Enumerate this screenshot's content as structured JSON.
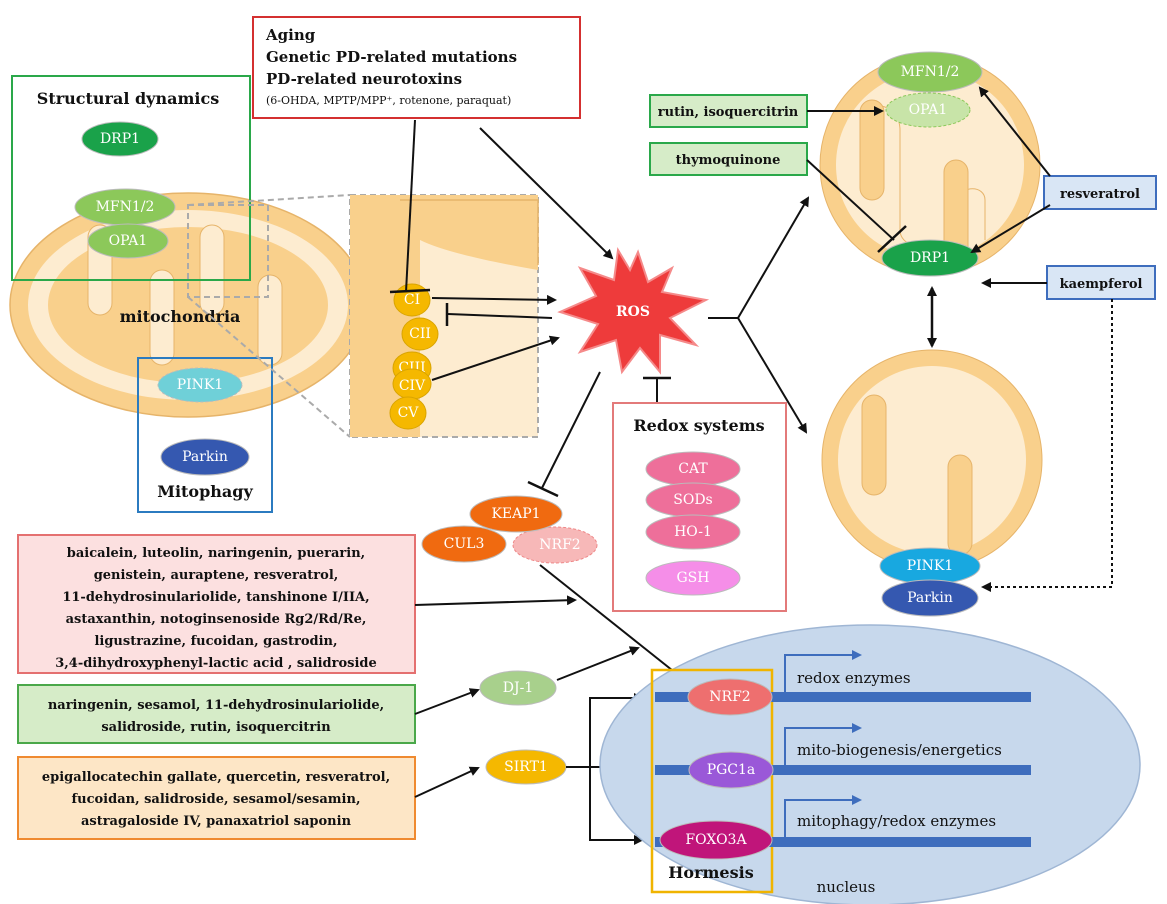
{
  "stressors": {
    "line1": "Aging",
    "line2": "Genetic PD-related mutations",
    "line3": "PD-related neurotoxins",
    "line4": "(6-OHDA, MPTP/MPP⁺, rotenone, paraquat)"
  },
  "structural": {
    "title": "Structural dynamics",
    "drp1": "DRP1",
    "mfn": "MFN1/2",
    "opa1": "OPA1"
  },
  "mito_label": "mitochondria",
  "mitophagy": {
    "pink1": "PINK1",
    "parkin": "Parkin",
    "title": "Mitophagy"
  },
  "complexes": [
    "CI",
    "CII",
    "CIII",
    "CIV",
    "CV"
  ],
  "ros": "ROS",
  "redox": {
    "title": "Redox systems",
    "items": [
      "CAT",
      "SODs",
      "HO-1",
      "GSH"
    ]
  },
  "keap": {
    "keap1": "KEAP1",
    "cul3": "CUL3",
    "nrf2": "NRF2"
  },
  "right_top": {
    "mfn": "MFN1/2",
    "opa1": "OPA1",
    "drp1": "DRP1",
    "rutin": "rutin, isoquercitrin",
    "thymo": "thymoquinone",
    "resv": "resveratrol",
    "kaemp": "kaempferol"
  },
  "right_bottom": {
    "pink1": "PINK1",
    "parkin": "Parkin"
  },
  "compounds_pink": [
    "baicalein, luteolin, naringenin, puerarin,",
    "genistein, auraptene, resveratrol,",
    "11-dehydrosinulariolide, tanshinone I/IIA,",
    "astaxanthin, notoginsenoside Rg2/Rd/Re,",
    "ligustrazine, fucoidan, gastrodin,",
    "3,4-dihydroxyphenyl-lactic acid , salidroside"
  ],
  "compounds_green": [
    "naringenin, sesamol, 11-dehydrosinulariolide,",
    "salidroside, rutin, isoquercitrin"
  ],
  "compounds_orange": [
    "epigallocatechin gallate, quercetin, resveratrol,",
    "fucoidan, salidroside, sesamol/sesamin,",
    "astragaloside IV, panaxatriol saponin"
  ],
  "dj1": "DJ-1",
  "sirt1": "SIRT1",
  "nucleus": {
    "nrf2": "NRF2",
    "pgc": "PGC1a",
    "foxo": "FOXO3A",
    "hormesis": "Hormesis",
    "label": "nucleus",
    "out1": "redox enzymes",
    "out2": "mito-biogenesis/energetics",
    "out3": "mitophagy/redox enzymes"
  },
  "colors": {
    "mito_fill": "#f9d08c",
    "mito_inner": "#fdecd0",
    "green_dark": "#1aa24a",
    "green_light": "#8cc85a",
    "ros_red": "#ee3b3b",
    "nucleus_fill": "#c7d8ec",
    "blue_line": "#3e6dbd"
  }
}
